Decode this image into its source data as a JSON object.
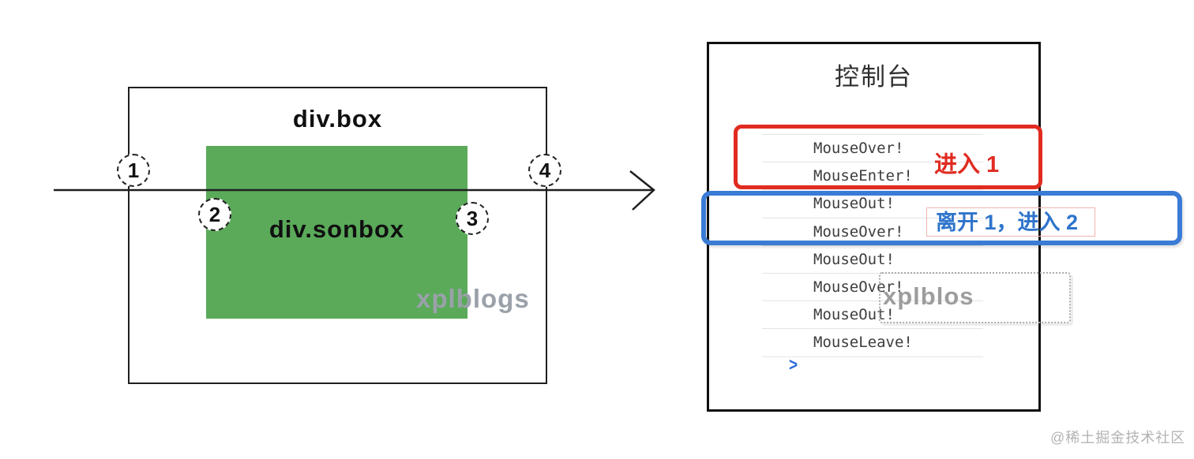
{
  "diagram": {
    "box_label": "div.box",
    "sonbox_label": "div.sonbox",
    "watermark": "xplblogs",
    "markers": [
      "1",
      "2",
      "3",
      "4"
    ]
  },
  "console": {
    "title": "控制台",
    "entries": [
      "MouseOver!",
      "MouseEnter!",
      "MouseOut!",
      "MouseOver!",
      "MouseOut!",
      "MouseOver!",
      "MouseOut!",
      "MouseLeave!"
    ],
    "prompt_glyph": ">",
    "annotations": {
      "enter1": "进入 1",
      "leave1_enter2": "离开 1，进入 2"
    },
    "watermark": "xplblos"
  },
  "footer": {
    "watermark": "@稀土掘金技术社区"
  },
  "colors": {
    "sonbox_green": "#5aaa5a",
    "annotation_red": "#e02b20",
    "annotation_blue": "#3a7bd5",
    "annotation_blue_text": "#2f74cc",
    "label_pink": "#f0b6b0",
    "dotted_gray": "#ababab",
    "prompt_blue": "#2b6bd9",
    "console_text": "#3d3d3d",
    "separator": "#e4e4e4"
  }
}
